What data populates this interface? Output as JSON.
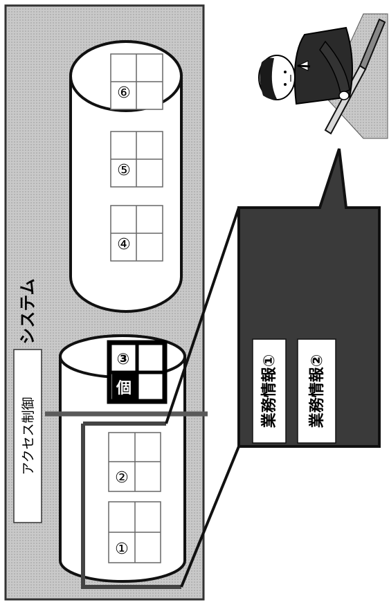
{
  "system": {
    "title": "システム",
    "access_control": "アクセス制御"
  },
  "left_database": {
    "groups": [
      {
        "mark": "①"
      },
      {
        "mark": "②"
      },
      {
        "mark": "③",
        "badge": "個"
      }
    ]
  },
  "right_database": {
    "groups": [
      {
        "mark": "④"
      },
      {
        "mark": "⑤"
      },
      {
        "mark": "⑥"
      }
    ]
  },
  "business_info_panel": {
    "items": [
      "業務情報①",
      "業務情報②"
    ]
  },
  "user": {
    "icon": "office-worker-at-laptop-icon"
  }
}
